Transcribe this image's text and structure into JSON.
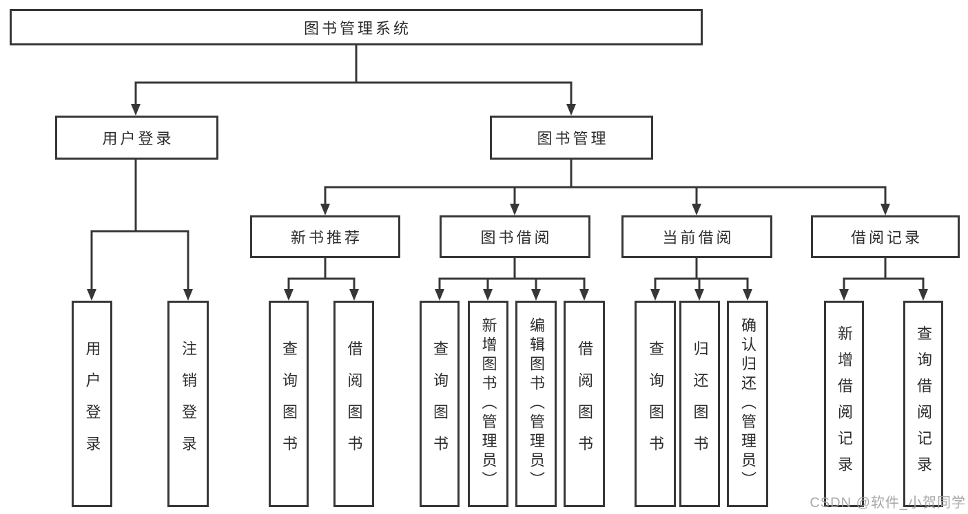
{
  "nodes": {
    "root": "图书管理系统",
    "level2": {
      "user_login": "用户登录",
      "book_mgmt": "图书管理"
    },
    "level3": {
      "recommend": "新书推荐",
      "borrow": "图书借阅",
      "current": "当前借阅",
      "records": "借阅记录"
    },
    "leaves": {
      "login": [
        "用户登录",
        "注销登录"
      ],
      "recommend": [
        "查询图书",
        "借阅图书"
      ],
      "borrow": [
        "查询图书",
        "新增图书（管理员）",
        "编辑图书（管理员）",
        "借阅图书"
      ],
      "current": [
        "查询图书",
        "归还图书",
        "确认归还（管理员）"
      ],
      "records": [
        "新增借阅记录",
        "查询借阅记录"
      ]
    }
  },
  "watermark": "CSDN @软件_小贺同学",
  "colors": {
    "line": "#373737",
    "text": "#2d2d2d",
    "background": "#ffffff",
    "watermark_text": "#a3a3a3"
  }
}
